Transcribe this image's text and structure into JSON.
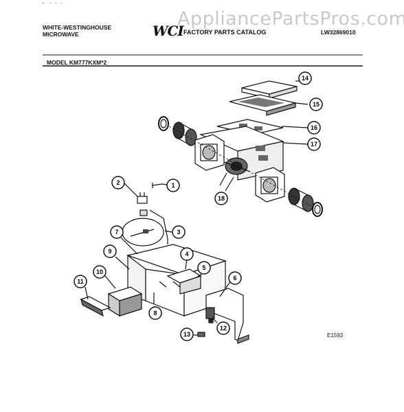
{
  "watermark": "AppliancePartsPros.com",
  "header": {
    "brand_line1": "WHITE-WESTINGHOUSE",
    "brand_line2": "MICROWAVE",
    "logo_text": "WCI",
    "catalog_title": "FACTORY PARTS CATALOG",
    "doc_number": "LW32869010"
  },
  "model_label": "MODEL KM777KXM*2",
  "figure_code": "E1593",
  "callouts": [
    "1",
    "2",
    "3",
    "4",
    "5",
    "6",
    "7",
    "8",
    "9",
    "10",
    "11",
    "12",
    "13",
    "14",
    "15",
    "16",
    "17",
    "18"
  ]
}
